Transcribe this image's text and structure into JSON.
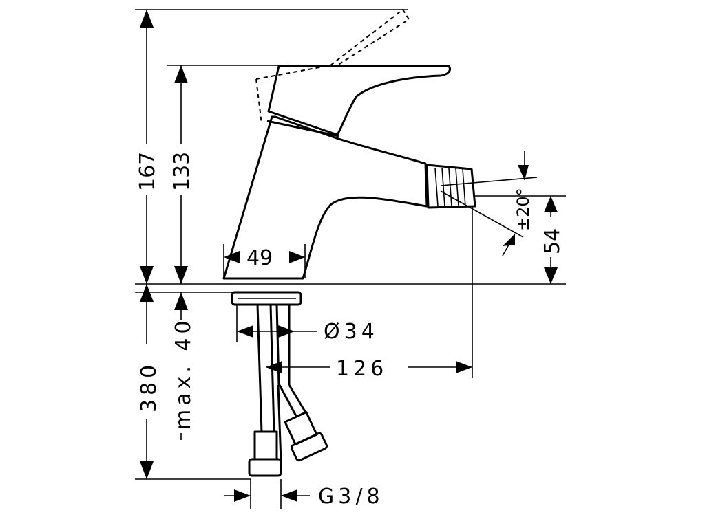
{
  "dimensions": {
    "total_height": "167",
    "spout_height": "133",
    "base_width": "49",
    "nozzle_height": "54",
    "swivel_angle": "±20°",
    "hose_diameter": "Ø34",
    "reach": "126",
    "hose_length": "380",
    "max_thickness": "max. 40",
    "thread": "G3/8"
  }
}
